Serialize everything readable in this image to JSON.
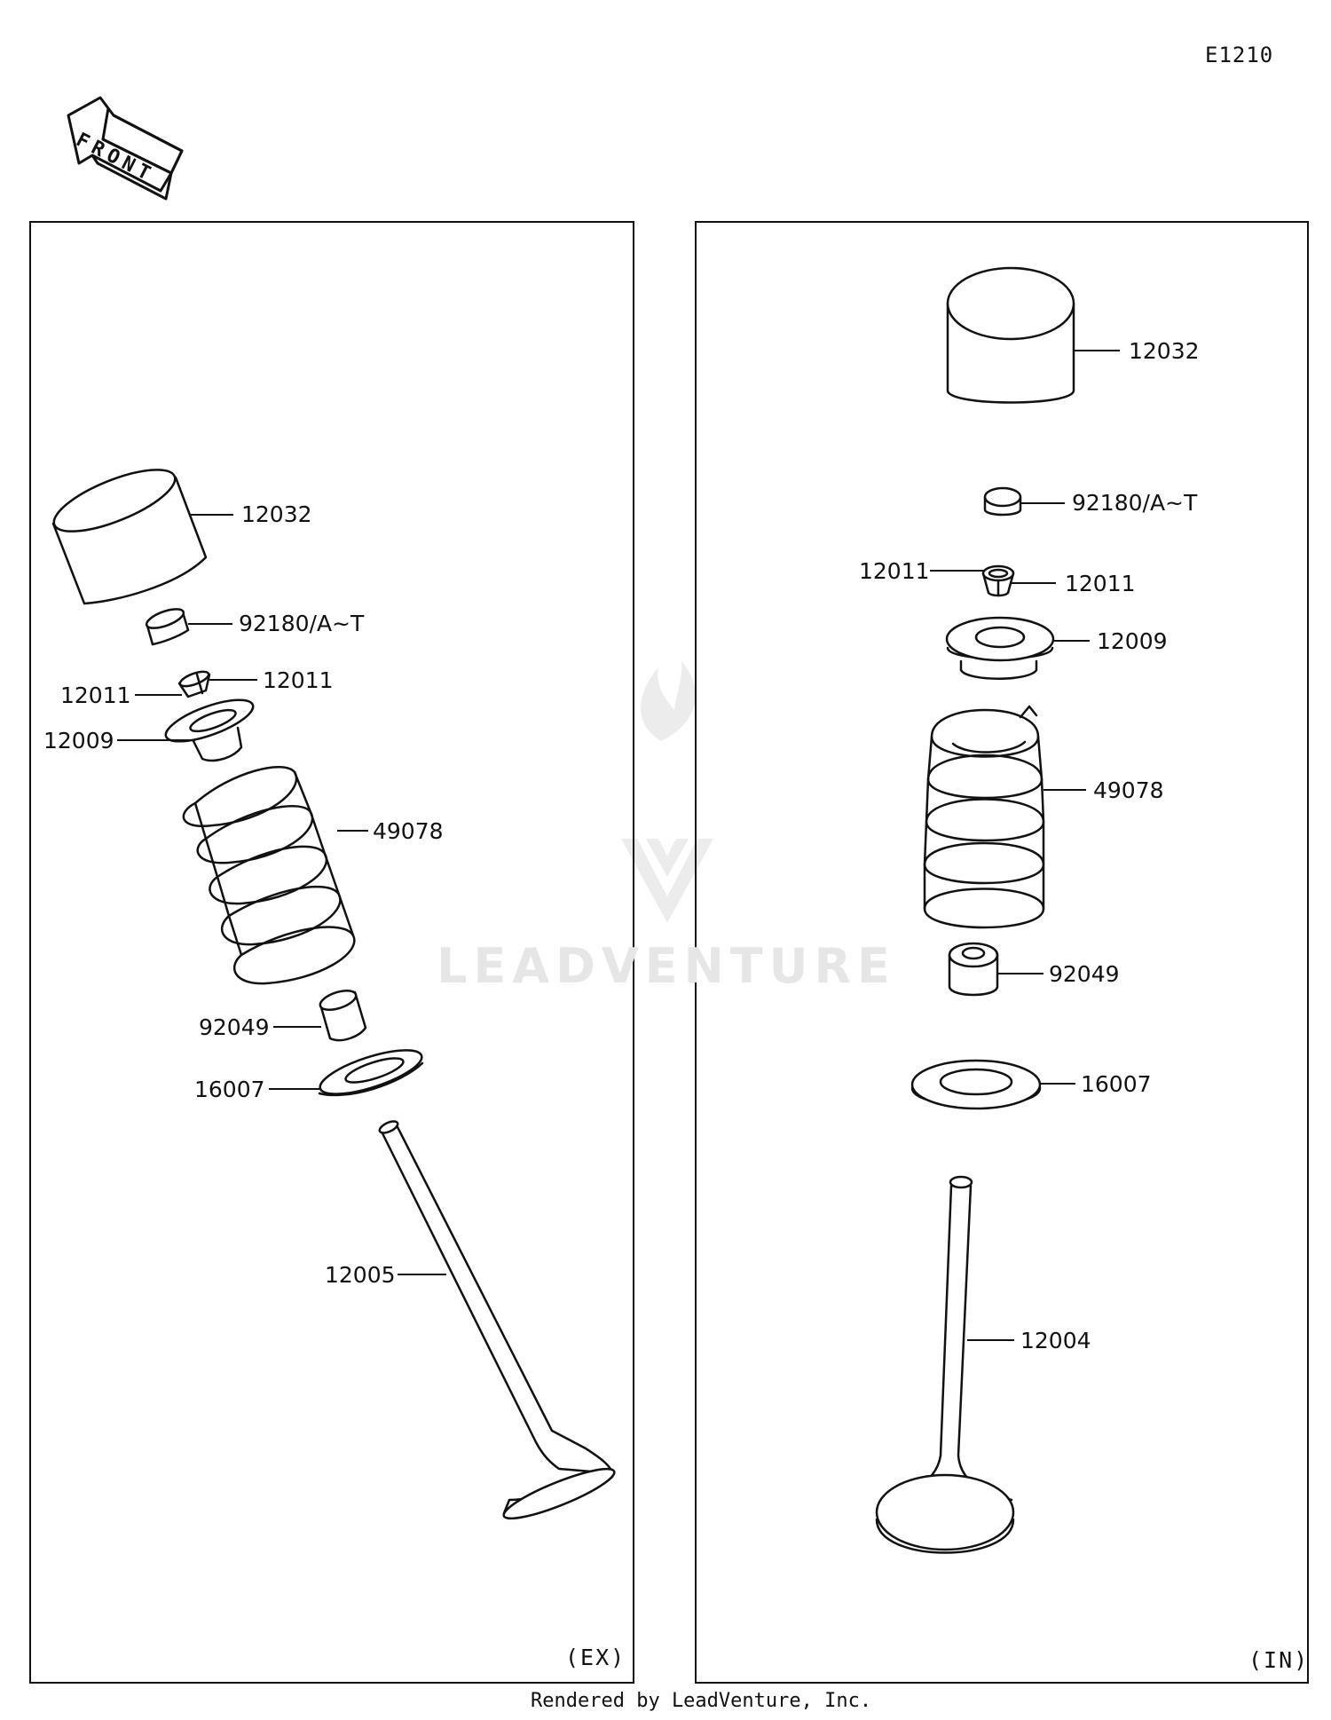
{
  "diagram_code": "E1210",
  "front_label": "FRONT",
  "watermark": "LEADVENTURE",
  "footer": "Rendered by LeadVenture, Inc.",
  "panels": {
    "ex": {
      "tag": "(EX)",
      "labels": {
        "tappet": "12032",
        "shim": "92180/A~T",
        "keeper_left": "12011",
        "keeper_right": "12011",
        "retainer": "12009",
        "spring": "49078",
        "seal": "92049",
        "spring_seat": "16007",
        "valve": "12005"
      }
    },
    "in": {
      "tag": "(IN)",
      "labels": {
        "tappet": "12032",
        "shim": "92180/A~T",
        "keeper_left": "12011",
        "keeper_right": "12011",
        "retainer": "12009",
        "spring": "49078",
        "seal": "92049",
        "spring_seat": "16007",
        "valve": "12004"
      }
    }
  }
}
